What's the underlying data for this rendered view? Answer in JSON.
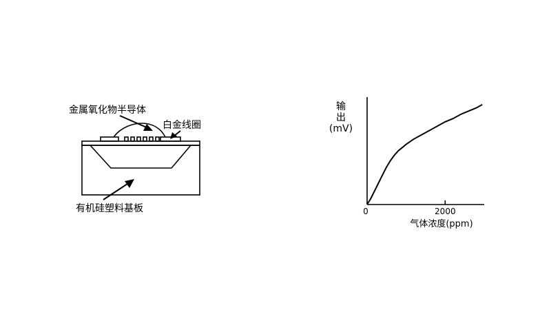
{
  "sensor": {
    "label_semiconductor": "金属氧化物半导体",
    "label_coil": "白金线圈",
    "label_substrate": "有机硅塑料基板"
  },
  "chart_data": {
    "type": "line",
    "title": "",
    "ylabel_line1": "输",
    "ylabel_line2": "出",
    "ylabel_unit": "(mV)",
    "xlabel": "气体浓度(ppm)",
    "x_ticks": [
      0,
      2000
    ],
    "x_tick_labels": [
      "0",
      "2000"
    ],
    "xlim": [
      0,
      3000
    ],
    "ylim": [
      0,
      100
    ],
    "grid": false,
    "series": [
      {
        "x": [
          0,
          100,
          250,
          400,
          500,
          600,
          700,
          800,
          900,
          1000,
          1200,
          1400,
          1600,
          1800,
          2000,
          2200,
          2400,
          2600,
          2800,
          2950
        ],
        "y": [
          0,
          6,
          17,
          28,
          35,
          41,
          46,
          50,
          53,
          56,
          61,
          65,
          69,
          73,
          77,
          80,
          84,
          87,
          90,
          93
        ]
      }
    ]
  }
}
